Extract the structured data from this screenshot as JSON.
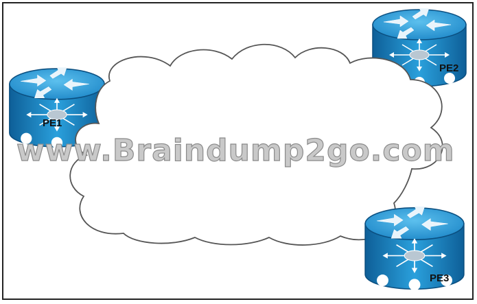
{
  "colors": {
    "router_body": "#1f8ccc",
    "router_top": "#3ba7e0",
    "router_dark": "#0f6aa6",
    "cloud_stroke": "#555555",
    "watermark_fill": "#c9c9c9"
  },
  "routers": [
    {
      "id": "pe1",
      "label": "PE1"
    },
    {
      "id": "pe2",
      "label": "PE2"
    },
    {
      "id": "pe3",
      "label": "PE3"
    }
  ],
  "watermark": "www.Braindump2go.com"
}
